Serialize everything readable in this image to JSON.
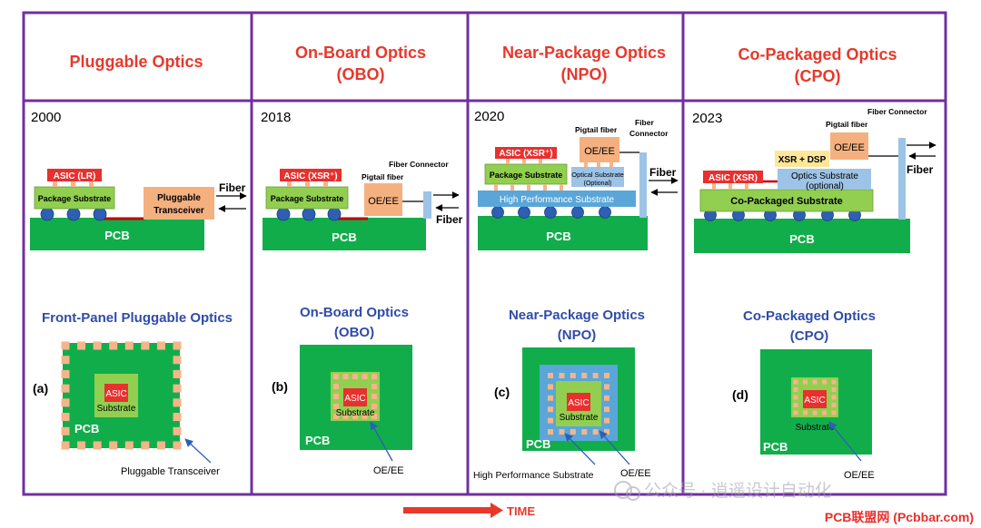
{
  "colors": {
    "frame": "#7030A0",
    "title_red": "#E8382B",
    "subtitle_blue": "#2F4CA8",
    "pcb_green": "#12AD4B",
    "substrate_green": "#92CF50",
    "asic_red": "#E8302E",
    "pad_orange": "#F5B58A",
    "transceiver_orange": "#F5B080",
    "ball_blue": "#2E5FB5",
    "hp_substrate_blue": "#5AA6D8",
    "optics_substrate_blue": "#9DC3E6",
    "fiber_connector_blue": "#9DC3E6",
    "xsr_dsp_yellow": "#FFE699",
    "trace_red": "#C00000",
    "time_arrow": "#E8382B"
  },
  "columns": [
    {
      "title_line1": "Pluggable Optics",
      "title_line2": "",
      "year": "2000",
      "diagram": {
        "asic": "ASIC (LR)",
        "substrate": "Package Substrate",
        "module": "Pluggable Transceiver",
        "pcb": "PCB",
        "fiber": "Fiber"
      },
      "subtitle_line1": "Front-Panel Pluggable Optics",
      "subtitle_line2": "",
      "figure": {
        "letter": "(a)",
        "asic": "ASIC",
        "substrate": "Substrate",
        "pcb": "PCB",
        "callout": "Pluggable Transceiver"
      }
    },
    {
      "title_line1": "On-Board Optics",
      "title_line2": "(OBO)",
      "year": "2018",
      "diagram": {
        "asic": "ASIC (XSR⁺)",
        "substrate": "Package Substrate",
        "oe": "OE/EE",
        "pigtail": "Pigtail fiber",
        "connector": "Fiber Connector",
        "pcb": "PCB",
        "fiber": "Fiber"
      },
      "subtitle_line1": "On-Board Optics",
      "subtitle_line2": "(OBO)",
      "figure": {
        "letter": "(b)",
        "asic": "ASIC",
        "substrate": "Substrate",
        "pcb": "PCB",
        "callout": "OE/EE"
      }
    },
    {
      "title_line1": "Near-Package Optics",
      "title_line2": "(NPO)",
      "year": "2020",
      "diagram": {
        "asic": "ASIC (XSR⁺)",
        "substrate": "Package Substrate",
        "optical_substrate": "Optical Substrate",
        "optional": "(Optional)",
        "hp_substrate": "High Performance Substrate",
        "oe": "OE/EE",
        "pigtail": "Pigtail fiber",
        "connector1": "Fiber",
        "connector2": "Connector",
        "pcb": "PCB",
        "fiber": "Fiber"
      },
      "subtitle_line1": "Near-Package Optics",
      "subtitle_line2": "(NPO)",
      "figure": {
        "letter": "(c)",
        "asic": "ASIC",
        "substrate": "Substrate",
        "pcb": "PCB",
        "callout_left": "High Performance Substrate",
        "callout_right": "OE/EE"
      }
    },
    {
      "title_line1": "Co-Packaged Optics",
      "title_line2": "(CPO)",
      "year": "2023",
      "diagram": {
        "asic": "ASIC (XSR)",
        "xsr_dsp": "XSR + DSP",
        "optics_substrate1": "Optics Substrate",
        "optics_substrate2": "(optional)",
        "copackaged": "Co-Packaged Substrate",
        "oe": "OE/EE",
        "pigtail": "Pigtail fiber",
        "connector": "Fiber Connector",
        "pcb": "PCB",
        "fiber": "Fiber"
      },
      "subtitle_line1": "Co-Packaged Optics",
      "subtitle_line2": "(CPO)",
      "figure": {
        "letter": "(d)",
        "asic": "ASIC",
        "substrate": "Substrate",
        "pcb": "PCB",
        "callout": "OE/EE"
      }
    }
  ],
  "time_label": "TIME",
  "watermark": "公众号 · 逍遥设计自动化",
  "footer_credit": "PCB联盟网 (Pcbbar.com)"
}
